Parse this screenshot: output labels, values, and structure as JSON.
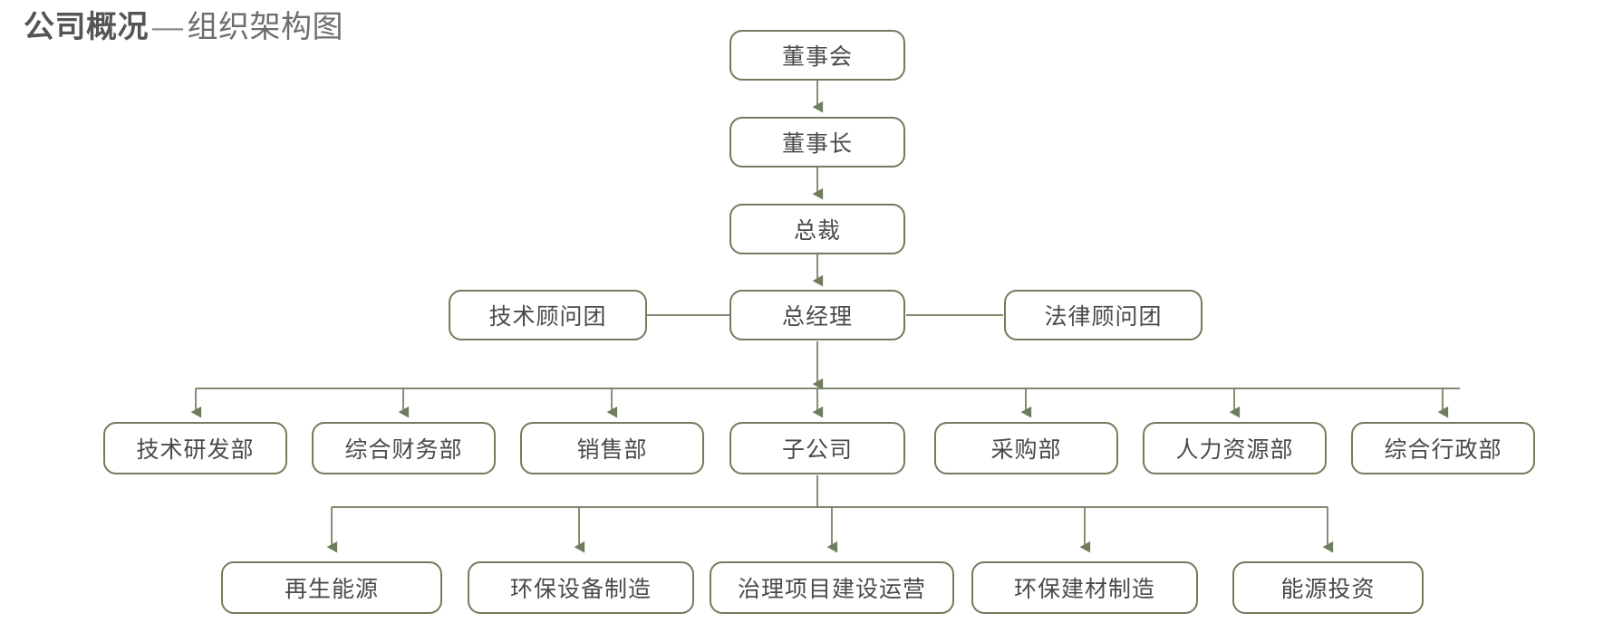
{
  "title": {
    "strong": "公司概况",
    "dash": "—",
    "light": "组织架构图"
  },
  "theme": {
    "box_border": "#6f7d5d",
    "box_fill": "#ffffff",
    "text": "#4a4a4a",
    "connector": "#6f7d5d",
    "title_strong": "#555555",
    "title_light": "#6e6e6e",
    "background": "#ffffff"
  },
  "chart_data": {
    "type": "diagram",
    "diagram_type": "org-chart",
    "title": "公司概况 — 组织架构图",
    "orientation": "top-down",
    "levels": [
      {
        "level": 1,
        "nodes": [
          "董事会"
        ]
      },
      {
        "level": 2,
        "nodes": [
          "董事长"
        ]
      },
      {
        "level": 3,
        "nodes": [
          "总裁"
        ]
      },
      {
        "level": 4,
        "nodes": [
          "技术顾问团",
          "总经理",
          "法律顾问团"
        ]
      },
      {
        "level": 5,
        "nodes": [
          "技术研发部",
          "综合财务部",
          "销售部",
          "子公司",
          "采购部",
          "人力资源部",
          "综合行政部"
        ]
      },
      {
        "level": 6,
        "nodes": [
          "再生能源",
          "环保设备制造",
          "治理项目建设运营",
          "环保建材制造",
          "能源投资"
        ]
      }
    ],
    "edges": [
      {
        "from": "董事会",
        "to": "董事长",
        "style": "arrow"
      },
      {
        "from": "董事长",
        "to": "总裁",
        "style": "arrow"
      },
      {
        "from": "总裁",
        "to": "总经理",
        "style": "arrow"
      },
      {
        "from": "总经理",
        "to": "技术顾问团",
        "style": "line"
      },
      {
        "from": "总经理",
        "to": "法律顾问团",
        "style": "line"
      },
      {
        "from": "总经理",
        "to": "技术研发部",
        "style": "arrow"
      },
      {
        "from": "总经理",
        "to": "综合财务部",
        "style": "arrow"
      },
      {
        "from": "总经理",
        "to": "销售部",
        "style": "arrow"
      },
      {
        "from": "总经理",
        "to": "子公司",
        "style": "arrow"
      },
      {
        "from": "总经理",
        "to": "采购部",
        "style": "arrow"
      },
      {
        "from": "总经理",
        "to": "人力资源部",
        "style": "arrow"
      },
      {
        "from": "总经理",
        "to": "综合行政部",
        "style": "arrow"
      },
      {
        "from": "子公司",
        "to": "再生能源",
        "style": "arrow"
      },
      {
        "from": "子公司",
        "to": "环保设备制造",
        "style": "arrow"
      },
      {
        "from": "子公司",
        "to": "治理项目建设运营",
        "style": "arrow"
      },
      {
        "from": "子公司",
        "to": "环保建材制造",
        "style": "arrow"
      },
      {
        "from": "子公司",
        "to": "能源投资",
        "style": "arrow"
      }
    ]
  },
  "nodes": {
    "board": {
      "label": "董事会"
    },
    "chairman": {
      "label": "董事长"
    },
    "president": {
      "label": "总裁"
    },
    "tech_advisor": {
      "label": "技术顾问团"
    },
    "gm": {
      "label": "总经理"
    },
    "legal_advisor": {
      "label": "法律顾问团"
    },
    "departments": [
      {
        "label": "技术研发部"
      },
      {
        "label": "综合财务部"
      },
      {
        "label": "销售部"
      },
      {
        "label": "子公司"
      },
      {
        "label": "采购部"
      },
      {
        "label": "人力资源部"
      },
      {
        "label": "综合行政部"
      }
    ],
    "subsidiaries": [
      {
        "label": "再生能源"
      },
      {
        "label": "环保设备制造"
      },
      {
        "label": "治理项目建设运营"
      },
      {
        "label": "环保建材制造"
      },
      {
        "label": "能源投资"
      }
    ]
  }
}
